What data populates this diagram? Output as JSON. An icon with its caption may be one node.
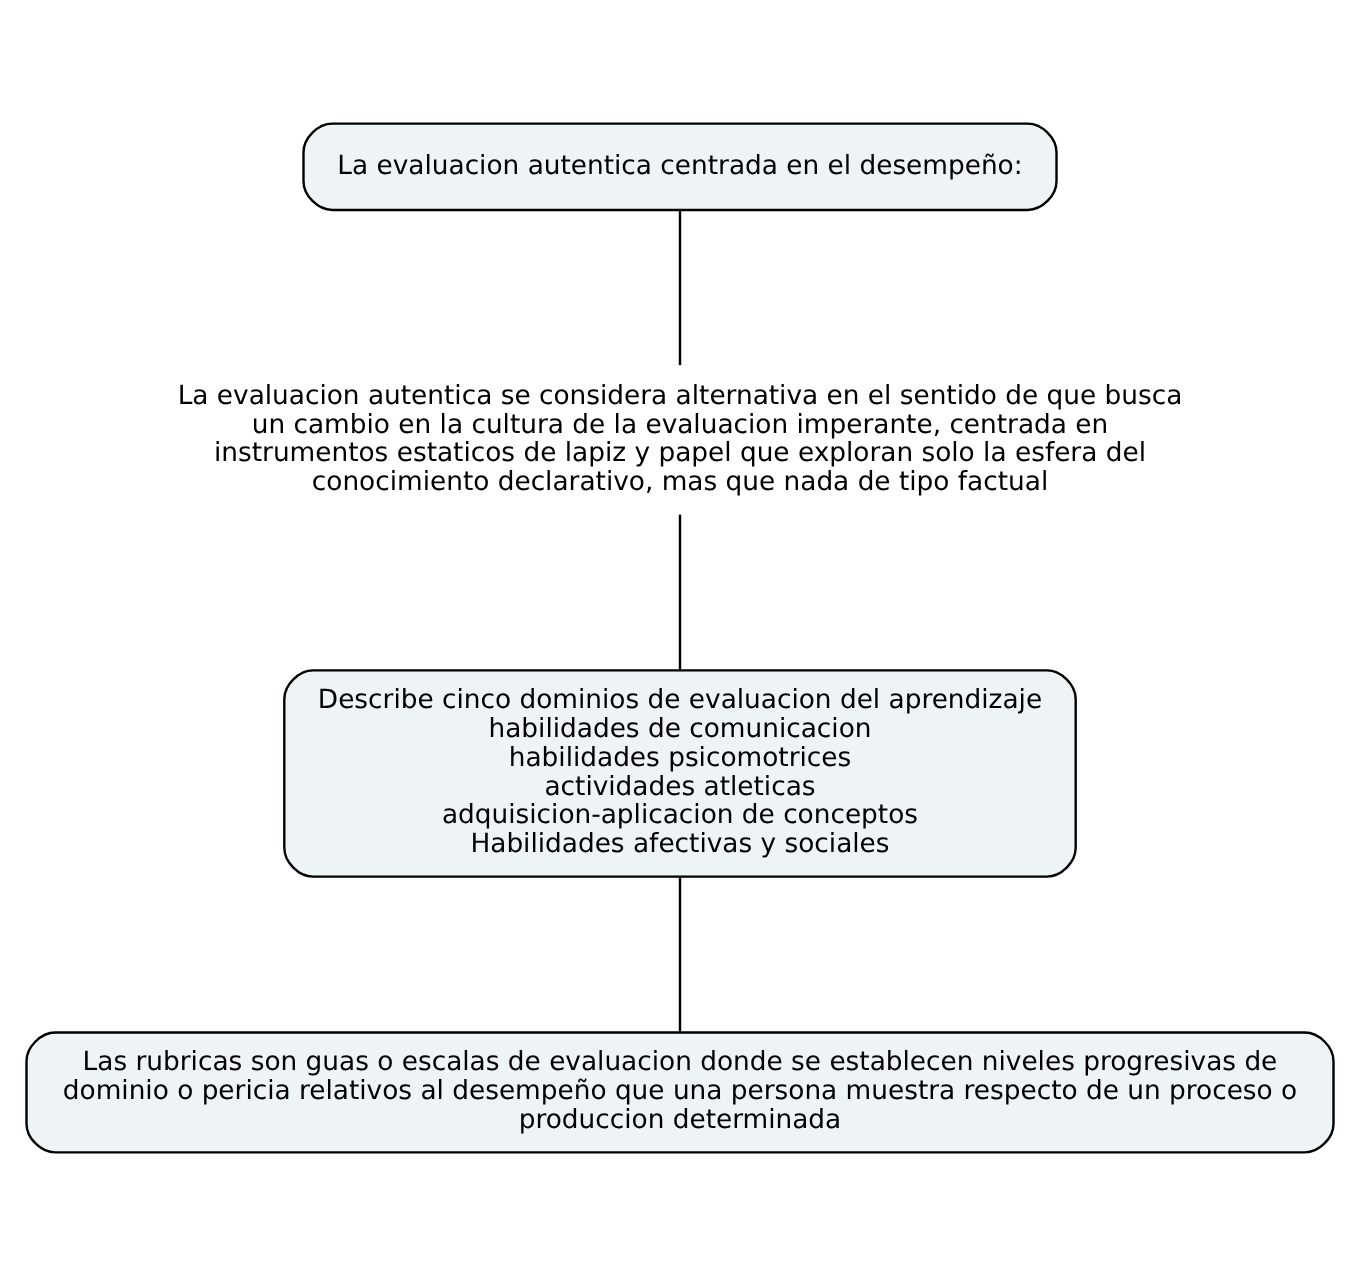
{
  "diagram": {
    "nodes": [
      {
        "text": [
          "La evaluacion autentica centrada en el desempeño:"
        ]
      },
      {
        "text": [
          "La evaluacion autentica se considera alternativa en el sentido de que busca un cambio en la cultura de la evaluacion imperante, centrada en instrumentos estaticos de lapiz y papel que exploran solo la esfera del conocimiento declarativo, mas que nada de tipo factual"
        ]
      },
      {
        "text": [
          "Describe cinco dominios de evaluacion del aprendizaje",
          "habilidades de comunicacion",
          "habilidades psicomotrices",
          "actividades atleticas",
          "adquisicion-aplicacion de conceptos",
          "Habilidades afectivas y sociales"
        ]
      },
      {
        "text": [
          "Las rubricas son guas o escalas de evaluacion donde se establecen niveles progresivas de dominio o pericia relativos al desempeño que una persona muestra respecto de un proceso o produccion determinada"
        ]
      }
    ],
    "edges": [
      {
        "from": 0,
        "to": 1,
        "arrow": "none"
      },
      {
        "from": 1,
        "to": 2,
        "arrow": "none"
      },
      {
        "from": 2,
        "to": 3,
        "arrow": "none"
      }
    ]
  }
}
